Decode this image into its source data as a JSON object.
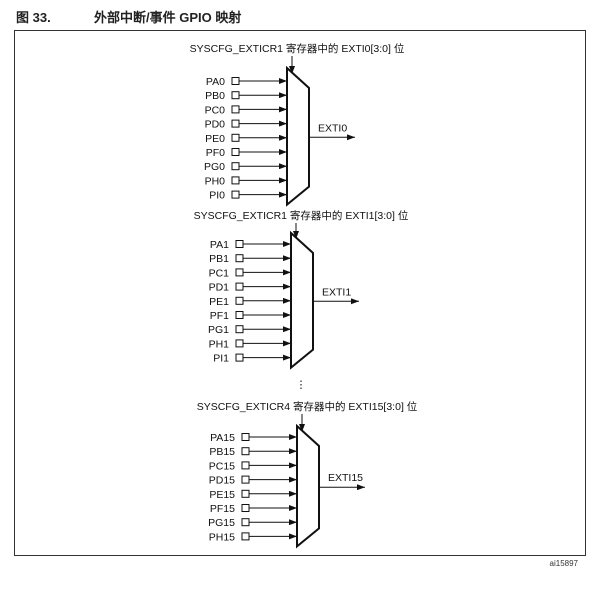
{
  "figure": {
    "number": "图 33.",
    "title": "外部中断/事件 GPIO 映射",
    "id": "ai15897"
  },
  "muxes": [
    {
      "header": "SYSCFG_EXTICR1 寄存器中的 EXTI0[3:0] 位",
      "output": "EXTI0",
      "inputs": [
        "PA0",
        "PB0",
        "PC0",
        "PD0",
        "PE0",
        "PF0",
        "PG0",
        "PH0",
        "PI0"
      ]
    },
    {
      "header": "SYSCFG_EXTICR1 寄存器中的 EXTI1[3:0] 位",
      "output": "EXTI1",
      "inputs": [
        "PA1",
        "PB1",
        "PC1",
        "PD1",
        "PE1",
        "PF1",
        "PG1",
        "PH1",
        "PI1"
      ]
    },
    {
      "header": "SYSCFG_EXTICR4 寄存器中的 EXTI15[3:0] 位",
      "output": "EXTI15",
      "inputs": [
        "PA15",
        "PB15",
        "PC15",
        "PD15",
        "PE15",
        "PF15",
        "PG15",
        "PH15"
      ]
    }
  ],
  "ellipsis": "⋮"
}
